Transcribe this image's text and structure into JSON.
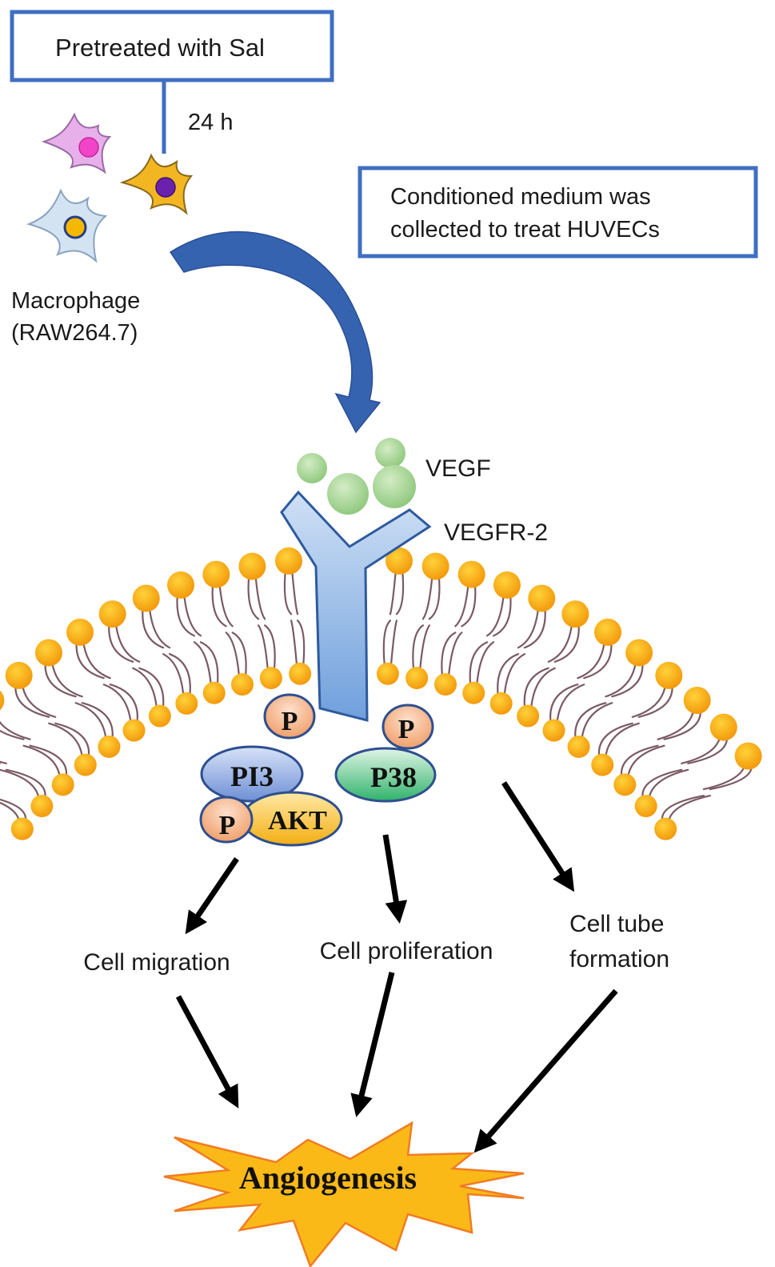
{
  "title": "Sal-pretreated macrophage conditioned medium promotes angiogenesis via VEGF/VEGFR-2 signaling",
  "top_box": {
    "label": "Pretreated with Sal"
  },
  "duration": {
    "label": "24 h"
  },
  "cells": {
    "label_line1": "Macrophage",
    "label_line2": "(RAW264.7)",
    "items": [
      {
        "name": "pink-macrophage",
        "body_color": "#e6a6e8",
        "nucleus_color": "#f03fc6"
      },
      {
        "name": "yellow-macrophage",
        "body_color": "#f2b51e",
        "nucleus_color": "#6a1fa8"
      },
      {
        "name": "blue-macrophage",
        "body_color": "#cfe0f0",
        "nucleus_color": "#f4b400"
      }
    ]
  },
  "conditioned_box": {
    "line1": "Conditioned medium was",
    "line2": "collected to treat HUVECs"
  },
  "ligand": {
    "label": "VEGF",
    "color": "#9fd18e"
  },
  "receptor": {
    "label": "VEGFR-2",
    "color": "#a9c8ec"
  },
  "phospho": {
    "label": "P",
    "color": "#f2a577"
  },
  "signaling": {
    "pi3": {
      "label": "PI3",
      "color": "#7f9fdc"
    },
    "akt": {
      "label": "AKT",
      "color": "#f6b81a"
    },
    "p38": {
      "label": "P38",
      "color": "#3fbf7a"
    }
  },
  "outcomes": {
    "migration": "Cell migration",
    "proliferation": "Cell proliferation",
    "tube_line1": "Cell tube",
    "tube_line2": "formation"
  },
  "result": {
    "label": "Angiogenesis",
    "color": "#fbb918",
    "stroke": "#f07c22"
  },
  "colors": {
    "box_border": "#3f6fc2",
    "curved_arrow": "#3563b0",
    "lipid_head": "#f5a80f"
  }
}
